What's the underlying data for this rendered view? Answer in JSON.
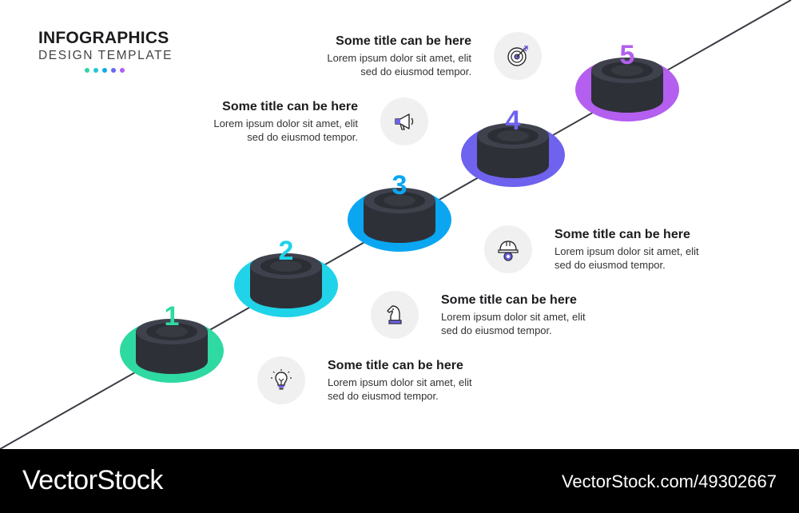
{
  "header": {
    "title": "INFOGRAPHICS",
    "subtitle": "DESIGN TEMPLATE",
    "dot_colors": [
      "#2ed4a6",
      "#1fc7d6",
      "#0ea8f0",
      "#6b66f0",
      "#b25ff2"
    ]
  },
  "steps": [
    {
      "number": "1",
      "color": "#2ed9a2",
      "number_color": "#2ed9a2",
      "icon": "lightbulb-icon",
      "title": "Some title can be here",
      "desc_line1": "Lorem ipsum dolor sit amet, elit",
      "desc_line2": "sed do eiusmod tempor."
    },
    {
      "number": "2",
      "color": "#20d3e8",
      "number_color": "#20d3e8",
      "icon": "chess-knight-icon",
      "title": "Some title can be here",
      "desc_line1": "Lorem ipsum dolor sit amet, elit",
      "desc_line2": "sed do eiusmod tempor."
    },
    {
      "number": "3",
      "color": "#0aa6f2",
      "number_color": "#0aa6f2",
      "icon": "engineer-helmet-icon",
      "title": "Some title can be here",
      "desc_line1": "Lorem ipsum dolor sit amet, elit",
      "desc_line2": "sed do eiusmod tempor."
    },
    {
      "number": "4",
      "color": "#6e62ee",
      "number_color": "#6e62ee",
      "icon": "megaphone-icon",
      "title": "Some title can be here",
      "desc_line1": "Lorem ipsum dolor sit amet, elit",
      "desc_line2": "sed do eiusmod tempor."
    },
    {
      "number": "5",
      "color": "#b45ff0",
      "number_color": "#b45ff0",
      "icon": "target-icon",
      "title": "Some title can be here",
      "desc_line1": "Lorem ipsum dolor sit amet, elit",
      "desc_line2": "sed do eiusmod tempor."
    }
  ],
  "footer": {
    "brand": "VectorStock",
    "url": "VectorStock.com/49302667"
  }
}
